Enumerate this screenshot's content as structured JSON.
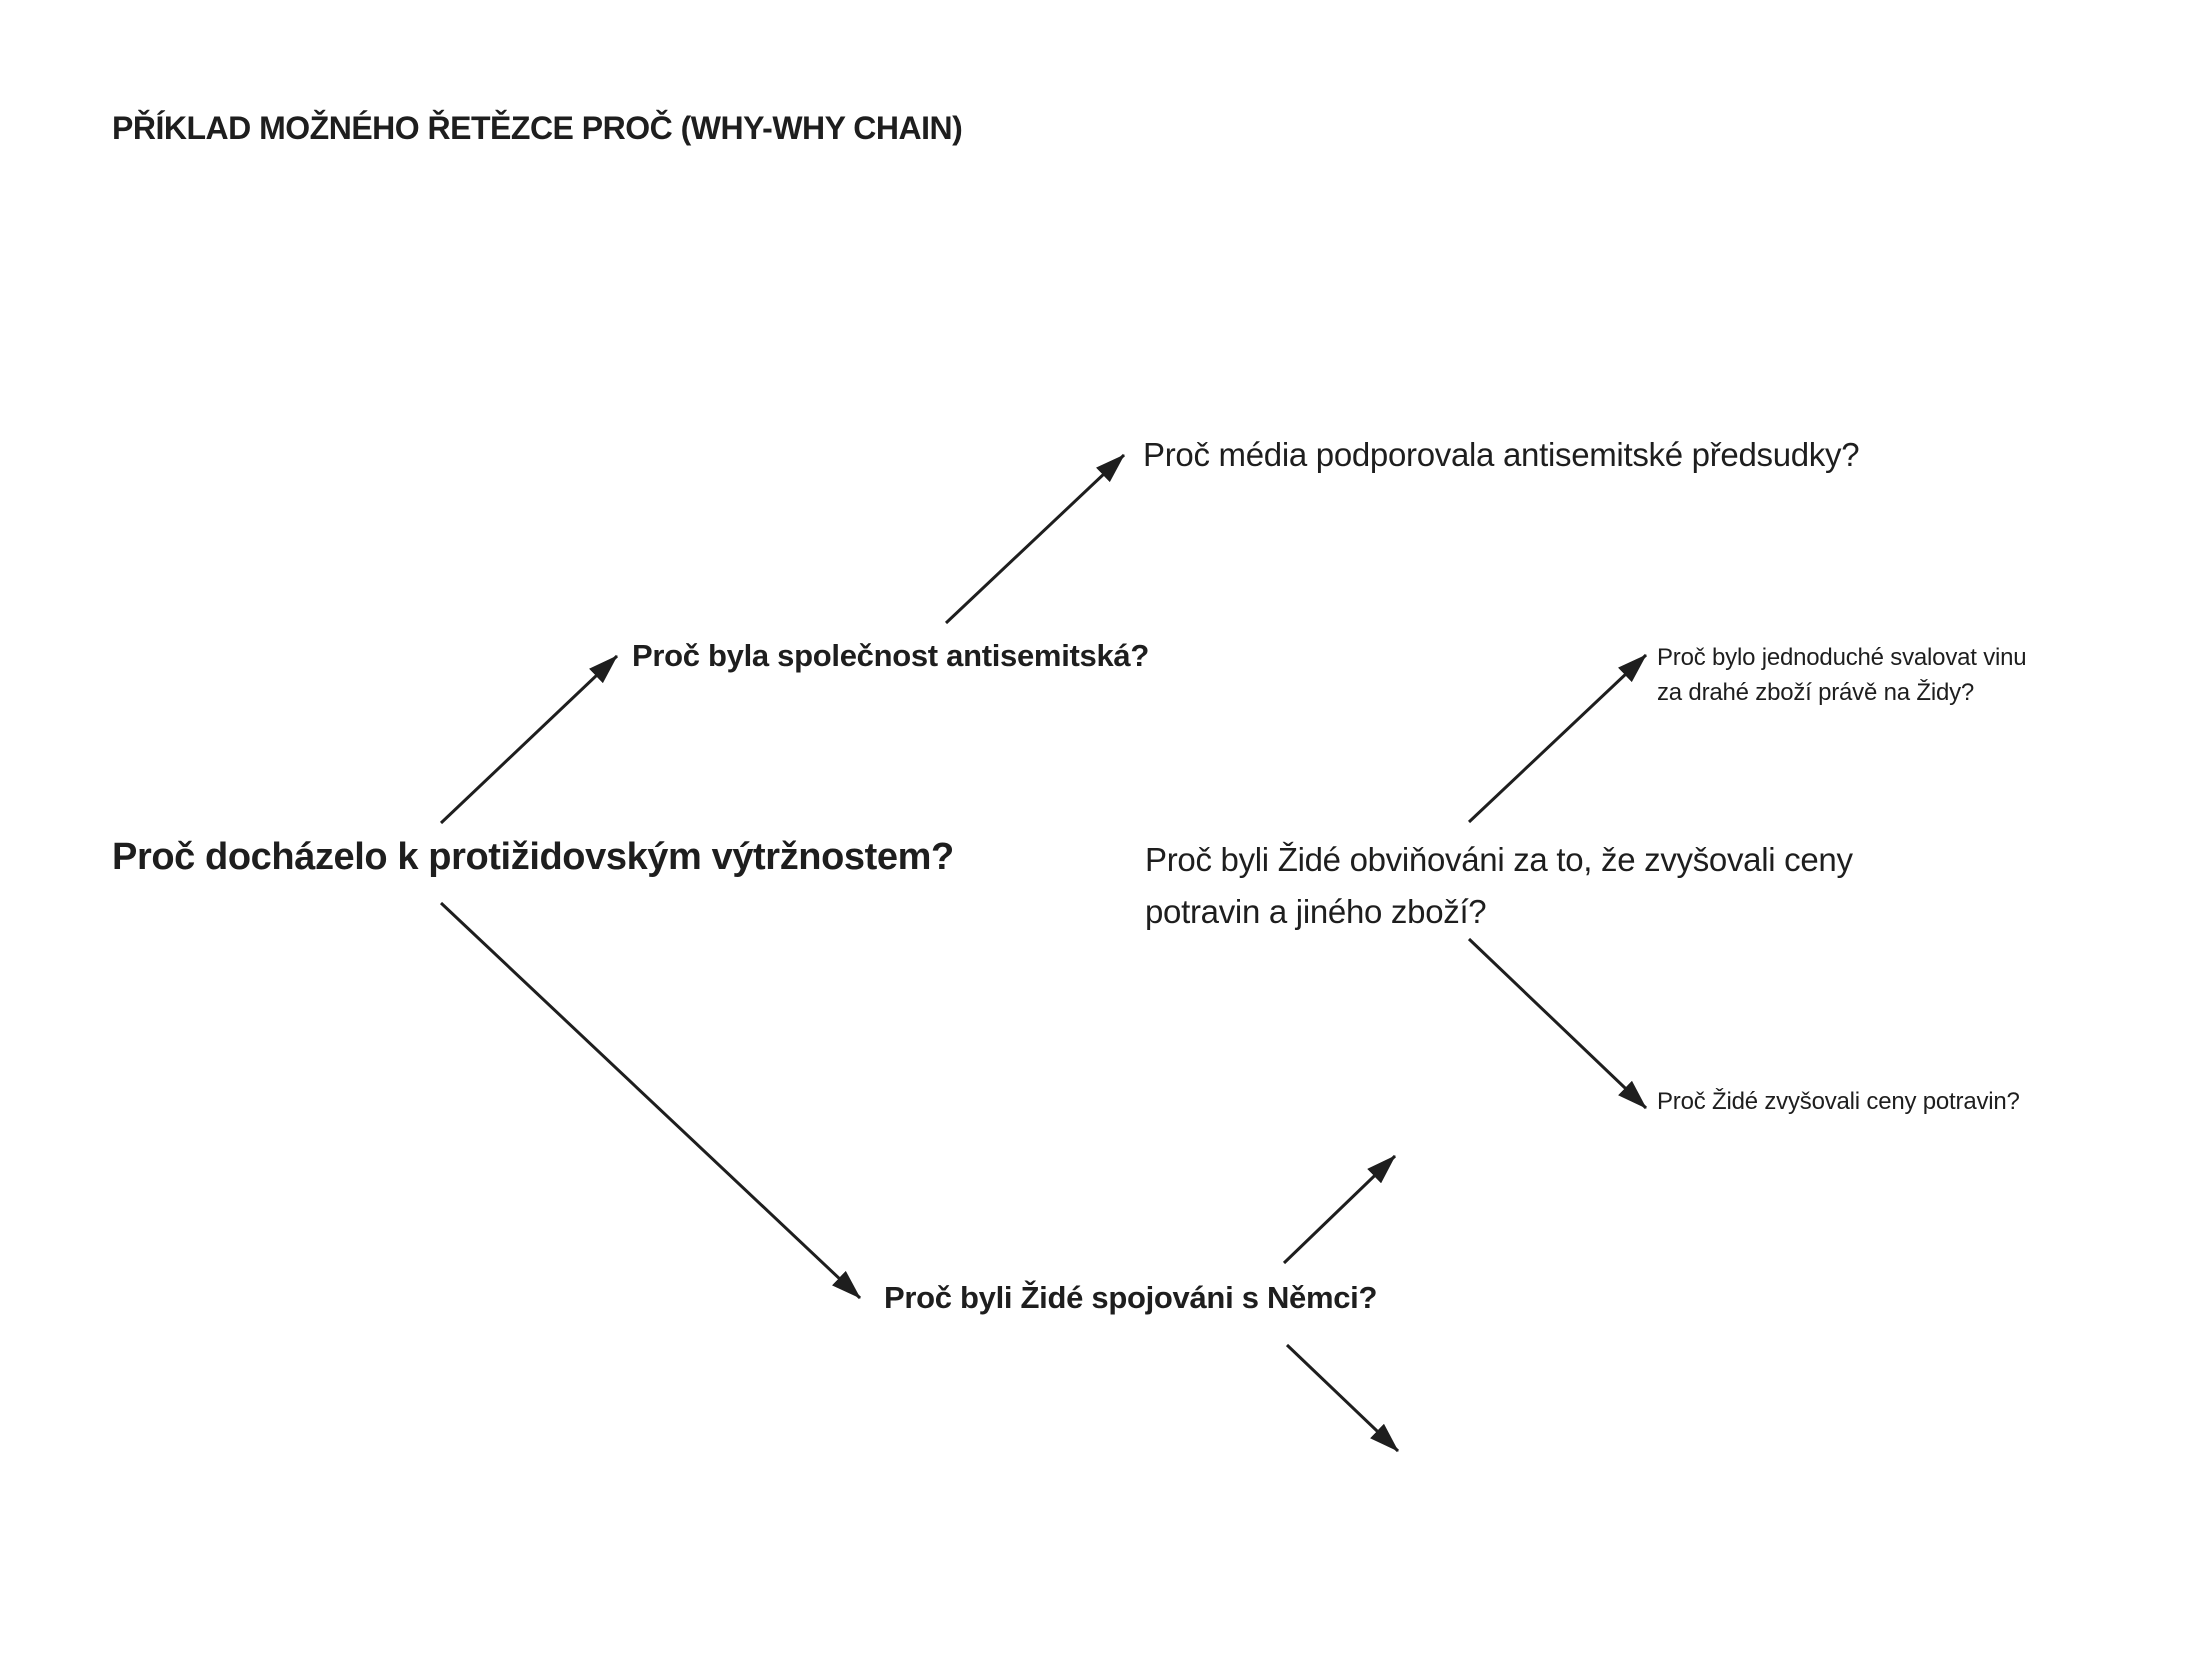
{
  "title": "PŘÍKLAD MOŽNÉHO ŘETĚZCE PROČ (WHY-WHY CHAIN)",
  "nodes": {
    "root": "Proč docházelo k protižidovským výtržnostem?",
    "society": "Proč byla společnost antisemitská?",
    "media": "Proč média podporovala antisemitské předsudky?",
    "blamed": {
      "line1": "Proč byli Židé obviňováni za to, že zvyšovali ceny",
      "line2": "potravin a jiného zboží?"
    },
    "easy_blame": {
      "line1": "Proč bylo jednoduché svalovat vinu",
      "line2": "za drahé zboží právě na Židy?"
    },
    "raised_prices": "Proč Židé zvyšovali ceny potravin?",
    "germans": "Proč byli Židé spojováni s Němci?"
  },
  "colors": {
    "text": "#1e1e1e",
    "arrow": "#1e1e1e",
    "background": "#ffffff"
  }
}
